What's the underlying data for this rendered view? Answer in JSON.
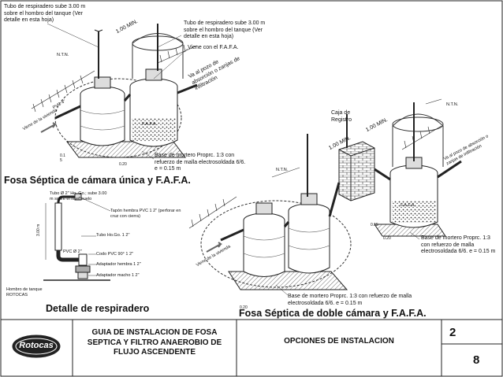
{
  "titles": {
    "single": "Fosa Séptica de cámara única y F.A.F.A.",
    "double": "Fosa Séptica de doble cámara y F.A.F.A.",
    "vent_detail": "Detalle de respiradero"
  },
  "notes": {
    "vent_pipe_a": "Tubo de respiradero sube 3.00 m sobre el hombro del tanque (Ver detalle en esta hoja)",
    "vent_pipe_b": "Tubo de respiradero sube 3.00 m sobre el hombro del tanque (Ver detalle en esta hoja)",
    "from_fafa": "Viene con el F.A.F.A.",
    "to_infiltration_a": "Va al pozo de absorción o zanjas de infiltración",
    "from_house_a": "Viene de la vivienda",
    "mortar_base_a": "Base de mortero Proprc. 1:3 con refuerzo de malla electrosoldada 6/6. e = 0.15 m",
    "registry_box": "Caja de Registro",
    "to_infiltration_b": "Va al pozo de absorción o zanjas de infiltración",
    "from_house_b": "Viene de la vivienda",
    "mortar_base_b": "Base de mortero Proprc. 1:3 con refuerzo de malla electrosoldada 6/6. e = 0.15 m",
    "mortar_base_c": "Base de mortero Proprc. 1:3 con refuerzo de malla electrosoldada 6/6. e = 0.15 m"
  },
  "labels": {
    "ntn_a": "N.T.N.",
    "ntn_b": "N.T.N.",
    "ntn_c": "N.T.N.",
    "pvc_a": "PVC 4\"",
    "fafa_a": "F.A.F.A.",
    "fafa_b": "F.A.F.A.",
    "min_a": "1.00 MIN.",
    "min_b": "1.00 MIN.",
    "min_c": "1.00 MIN.",
    "dim_020_a": "0.20",
    "dim_015_a": "0.1 5",
    "dim_015_b": "0.15",
    "dim_020_b": "0.20",
    "dim_020_c": "0.20",
    "dim_300": "3.00 m"
  },
  "vent_detail": {
    "pipe_note": "Tubo Ø 2\" Ho. Go.; sube 3.00 m sobre el nivel suelo",
    "cap_note": "Tapón hembra PVC 1 2\" (perforar en cruz con cierra)",
    "pipe_ho": "Tubo Ho.Go. 1 2\"",
    "pvc_pipe": "PVC Ø 2\"",
    "elbow": "Codo PVC 90° 1 2\"",
    "adapter_female": "Adaptador hembra 1 2\"",
    "adapter_male": "Adaptador macho 1 2\"",
    "tank_shoulder": "Hombro de tanque ROTOCAS"
  },
  "title_block": {
    "logo": "Rotocas",
    "guide_title": "GUIA DE INSTALACION DE FOSA SEPTICA Y FILTRO ANAEROBIO DE FLUJO ASCENDENTE",
    "section": "OPCIONES DE INSTALACION",
    "sheet_number": "2",
    "total_sheets": "8"
  }
}
